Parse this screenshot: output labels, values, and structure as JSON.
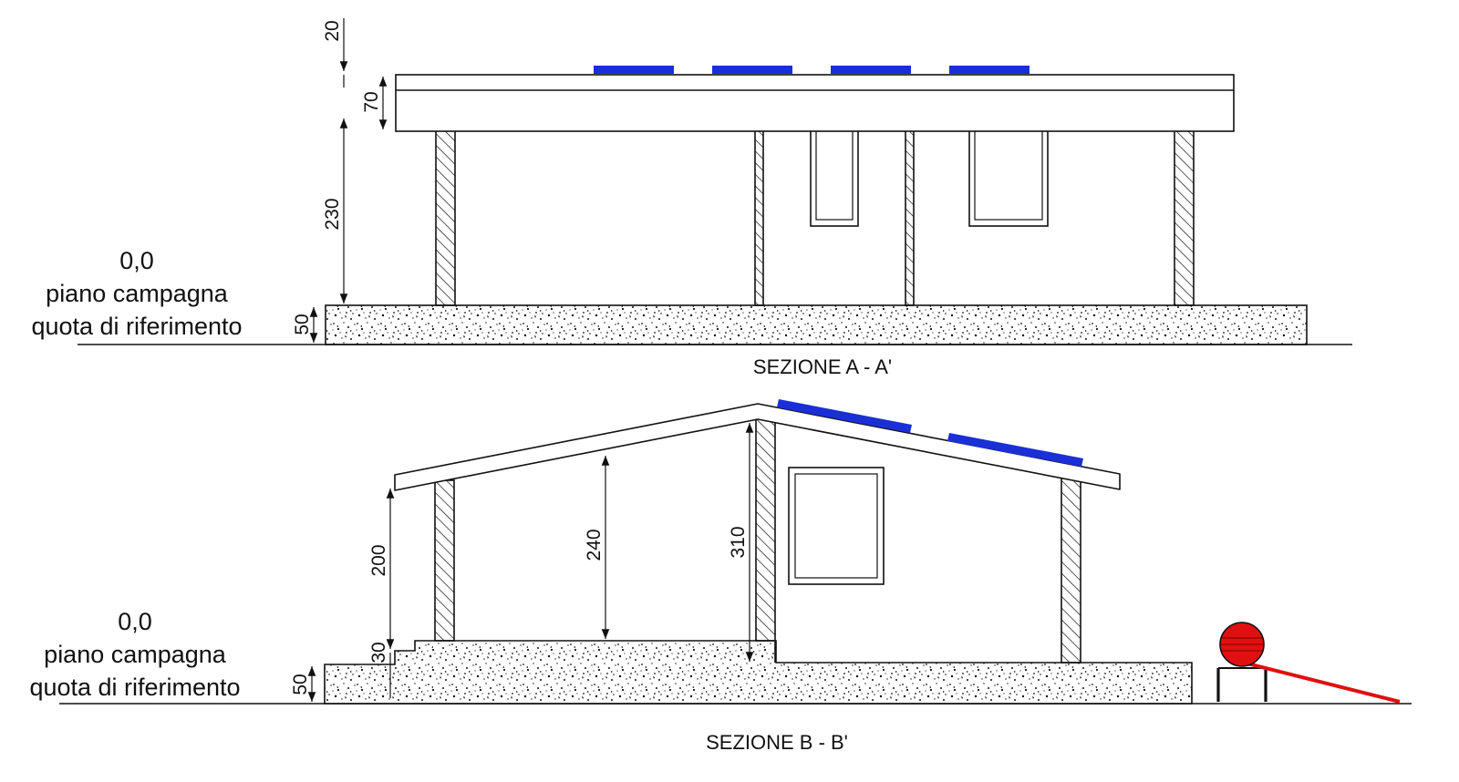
{
  "section_a": {
    "title": "SEZIONE A - A'",
    "reference": {
      "level": "0,0",
      "line1": "piano campagna",
      "line2": "quota di riferimento"
    },
    "dimensions": {
      "top": "20",
      "roof": "70",
      "height": "230",
      "base": "50"
    }
  },
  "section_b": {
    "title": "SEZIONE B - B'",
    "reference": {
      "level": "0,0",
      "line1": "piano campagna",
      "line2": "quota di riferimento"
    },
    "dimensions": {
      "eave_height": "200",
      "inner_height": "240",
      "ridge_height": "310",
      "step": "30",
      "base": "50"
    }
  },
  "colors": {
    "solar_panel": "#1b2fd6",
    "solar_heater": "#e01010",
    "line": "#111111"
  }
}
